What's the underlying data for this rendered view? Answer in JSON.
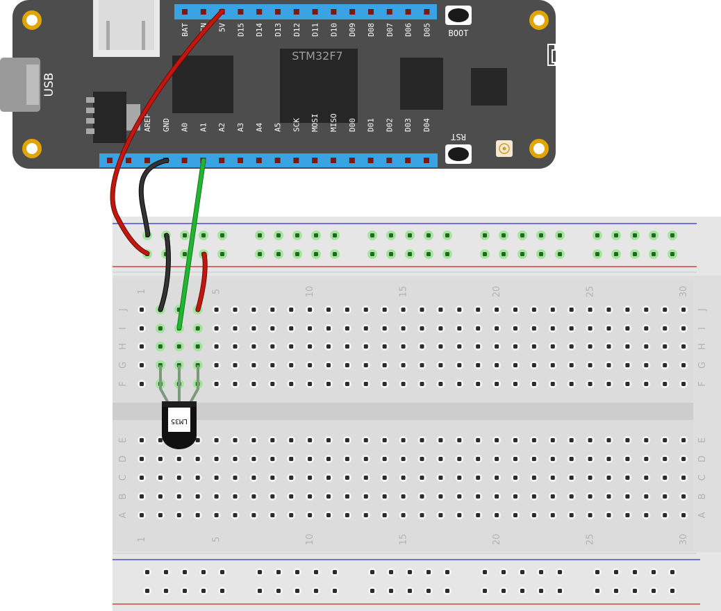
{
  "board": {
    "chip_label": "STM32F7",
    "usb_label": "USB",
    "boot_label": "BOOT",
    "rst_label": "RST",
    "top_pins": [
      "BAT",
      "EN",
      "5V",
      "D15",
      "D14",
      "D13",
      "D12",
      "D11",
      "D10",
      "D09",
      "D08",
      "D07",
      "D06",
      "D05"
    ],
    "bottom_pins": [
      "AREF",
      "GND",
      "A0",
      "A1",
      "A2",
      "A3",
      "A4",
      "A5",
      "SCK",
      "MOSI",
      "MISO",
      "D00",
      "D01",
      "D02",
      "D03",
      "D04"
    ]
  },
  "breadboard": {
    "column_numbers": [
      "1",
      "5",
      "10",
      "15",
      "20",
      "25",
      "30"
    ],
    "rows_top": [
      "J",
      "I",
      "H",
      "G",
      "F"
    ],
    "rows_bottom": [
      "E",
      "D",
      "C",
      "B",
      "A"
    ]
  },
  "sensor": {
    "label": "LM35"
  },
  "colors": {
    "wire_5v": "#c1170f",
    "wire_gnd": "#222222",
    "wire_signal": "#22b531",
    "header_blue": "#3aa3e3",
    "board_body": "#4d4d4d"
  }
}
